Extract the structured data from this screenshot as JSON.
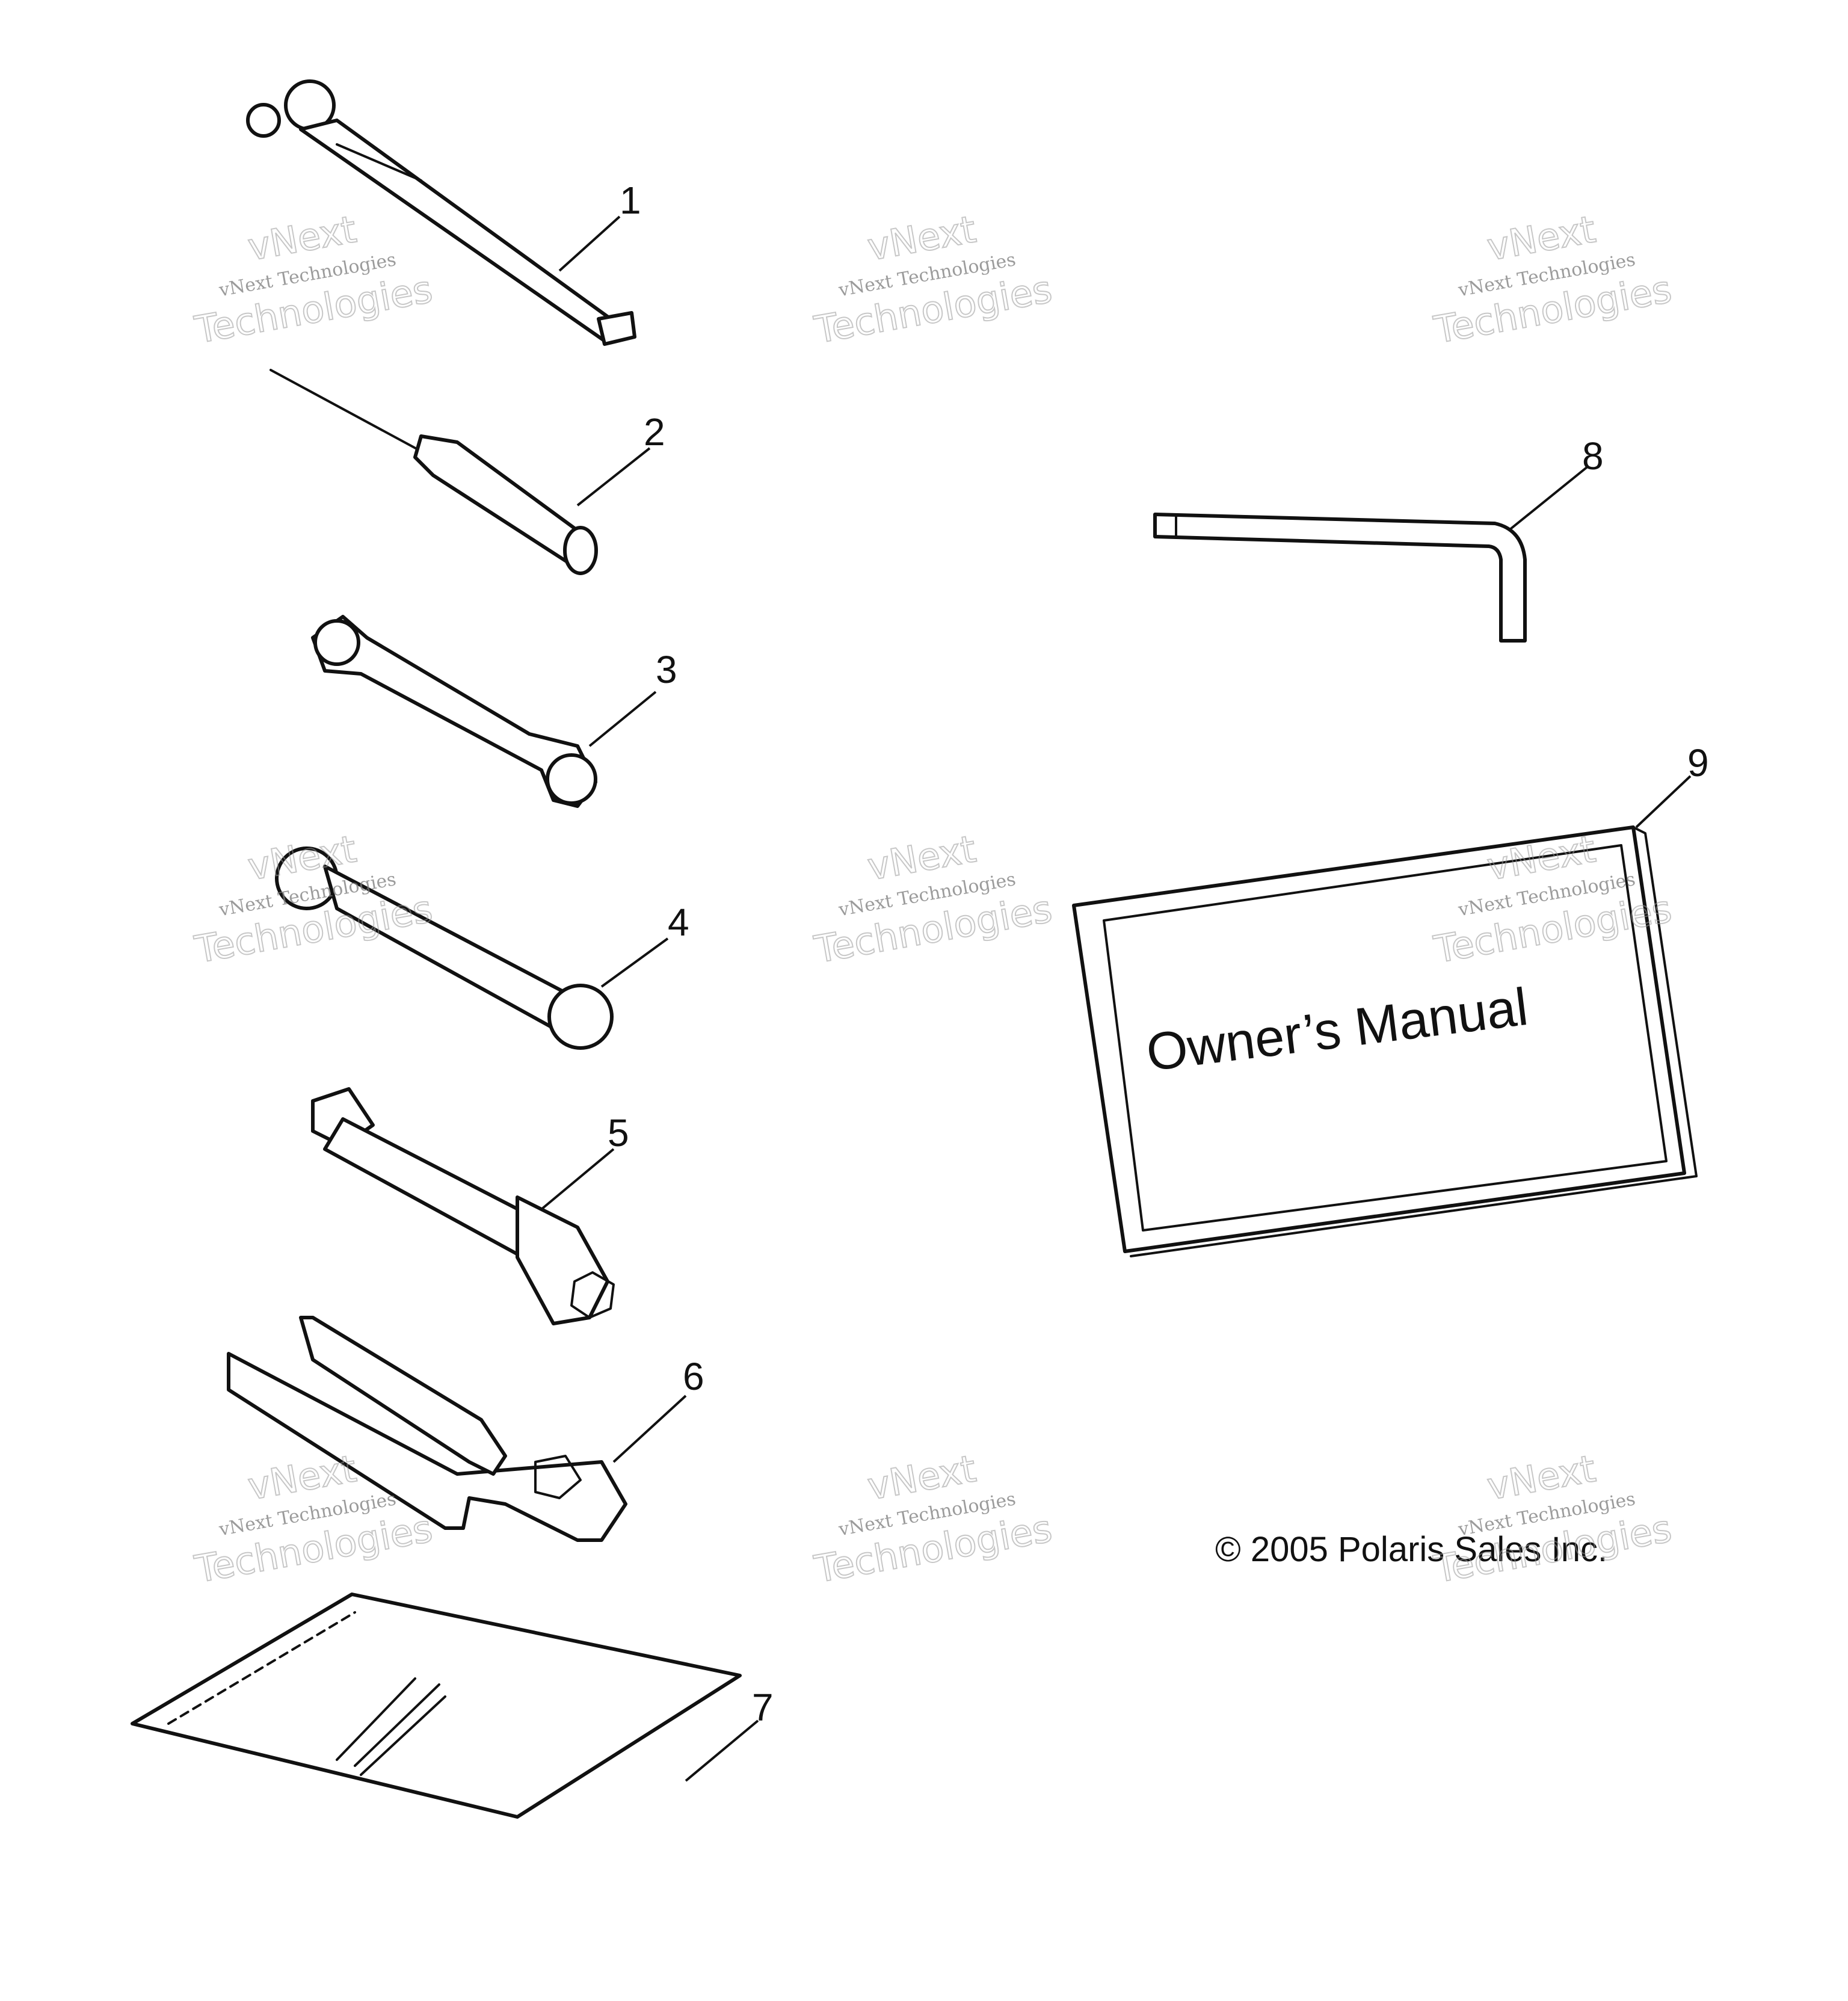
{
  "callouts": [
    "1",
    "2",
    "3",
    "4",
    "5",
    "6",
    "7",
    "8",
    "9"
  ],
  "manual": {
    "title": "Owner’s Manual"
  },
  "copyright": "© 2005 Polaris Sales Inc.",
  "watermark": {
    "line1": "vNext Technologies",
    "line2": "vNext",
    "line3": "Technologies"
  }
}
